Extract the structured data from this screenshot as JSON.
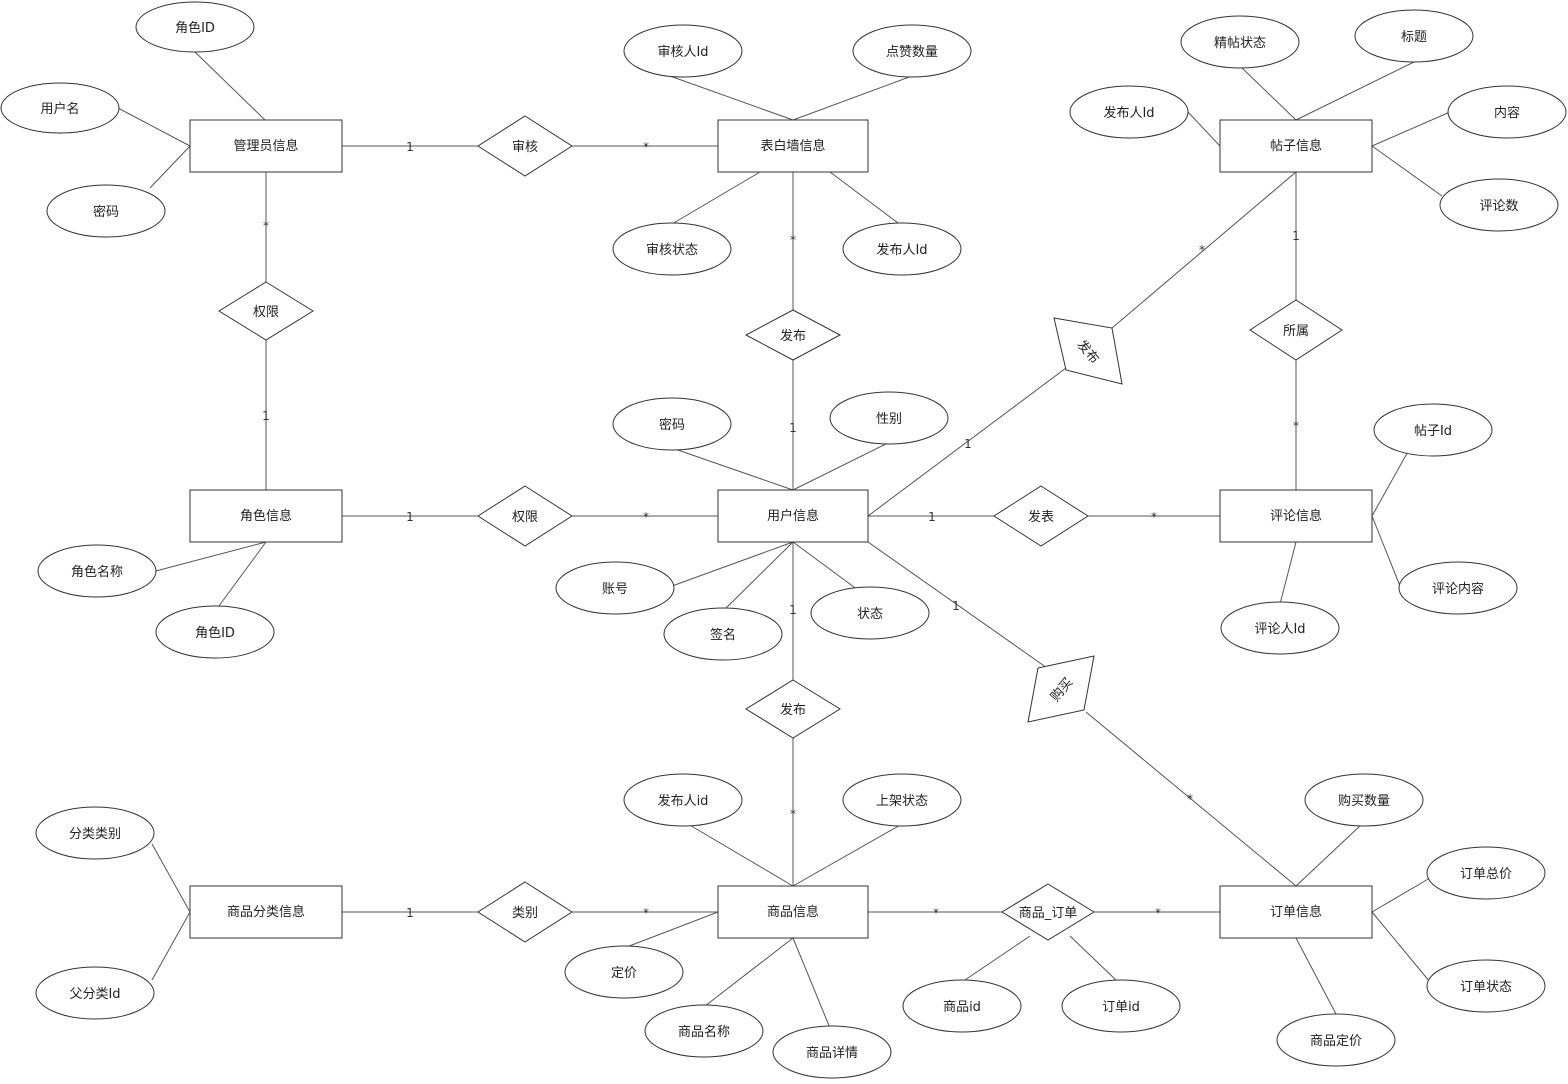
{
  "entities": {
    "admin": "管理员信息",
    "confession": "表白墙信息",
    "post": "帖子信息",
    "role": "角色信息",
    "user": "用户信息",
    "comment": "评论信息",
    "category": "商品分类信息",
    "product": "商品信息",
    "order": "订单信息"
  },
  "relationships": {
    "admin_confession": "审核",
    "admin_role": "权限",
    "confession_user": "发布",
    "post_user": "发布",
    "post_comment": "所属",
    "role_user": "权限",
    "user_comment": "发表",
    "user_order": "购买",
    "user_product": "发布",
    "category_product": "类别",
    "product_order": "商品_订单"
  },
  "attributes": {
    "admin_roleid": "角色ID",
    "admin_username": "用户名",
    "admin_password": "密码",
    "conf_reviewer": "审核人Id",
    "conf_likes": "点赞数量",
    "conf_status": "审核状态",
    "conf_publisher": "发布人Id",
    "post_featured": "精帖状态",
    "post_title": "标题",
    "post_publisher": "发布人Id",
    "post_content": "内容",
    "post_comments": "评论数",
    "role_name": "角色名称",
    "role_id": "角色ID",
    "user_password": "密码",
    "user_gender": "性别",
    "user_account": "账号",
    "user_signature": "签名",
    "user_status": "状态",
    "comment_postid": "帖子Id",
    "comment_content": "评论内容",
    "comment_commenter": "评论人Id",
    "cat_type": "分类类别",
    "cat_parent": "父分类Id",
    "prod_publisher": "发布人id",
    "prod_listing": "上架状态",
    "prod_price": "定价",
    "prod_name": "商品名称",
    "prod_detail": "商品详情",
    "po_productid": "商品id",
    "po_orderid": "订单id",
    "order_quantity": "购买数量",
    "order_total": "订单总价",
    "order_status": "订单状态",
    "order_price": "商品定价"
  },
  "cardinalities": {
    "one": "1",
    "many": "*"
  }
}
